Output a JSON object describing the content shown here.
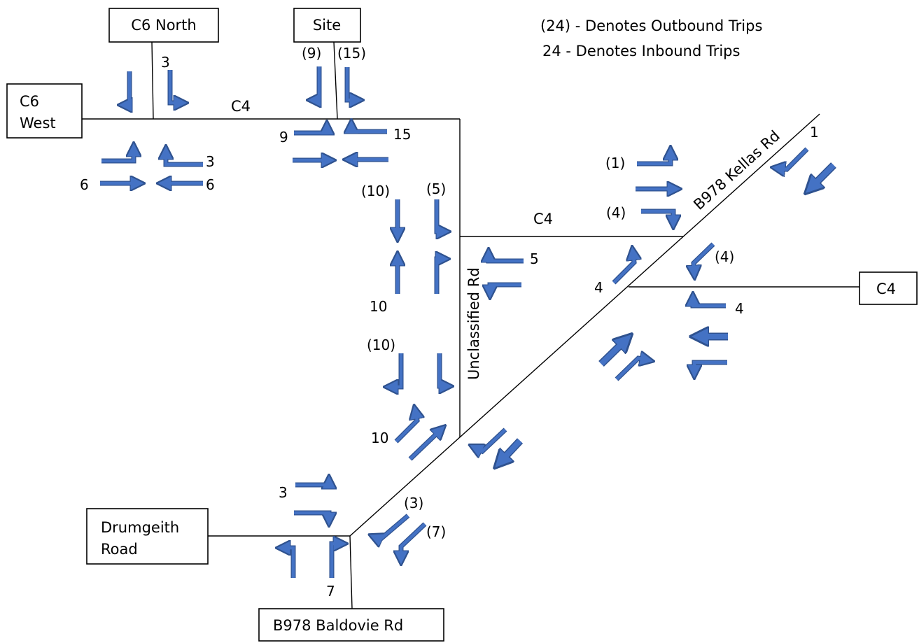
{
  "legend": {
    "outbound": "(24) - Denotes Outbound Trips",
    "inbound": "24 - Denotes Inbound Trips"
  },
  "boxes": {
    "c6_north": "C6 North",
    "site": "Site",
    "c6_west_1": "C6",
    "c6_west_2": "West",
    "c4_east": "C4",
    "drumgeith_1": "Drumgeith",
    "drumgeith_2": "Road",
    "baldovie": "B978 Baldovie Rd"
  },
  "road_labels": {
    "c4_top": "C4",
    "c4_mid": "C4",
    "unclassified": "Unclassified Rd",
    "kellas": "B978 Kellas Rd"
  },
  "numbers": {
    "c6n_3": "3",
    "site_out_9": "(9)",
    "site_out_15": "(15)",
    "site_in_9": "9",
    "site_in_15": "15",
    "c6w_3": "3",
    "c6w_6a": "6",
    "c6w_6b": "6",
    "unc_out_10a": "(10)",
    "unc_out_5": "(5)",
    "unc_in_10a": "10",
    "unc_in_5": "5",
    "unc_out_10b": "(10)",
    "unc_in_10b": "10",
    "kellas_out_1": "(1)",
    "kellas_out_4": "(4)",
    "kellas_in_1": "1",
    "c4e_out_4": "(4)",
    "c4e_in_4a": "4",
    "c4e_in_4b": "4",
    "drum_in_3": "3",
    "drum_out_3": "(3)",
    "drum_out_7": "(7)",
    "drum_in_7": "7"
  },
  "colors": {
    "arrow_fill": "#4472C4",
    "arrow_stroke": "#2F528F"
  }
}
